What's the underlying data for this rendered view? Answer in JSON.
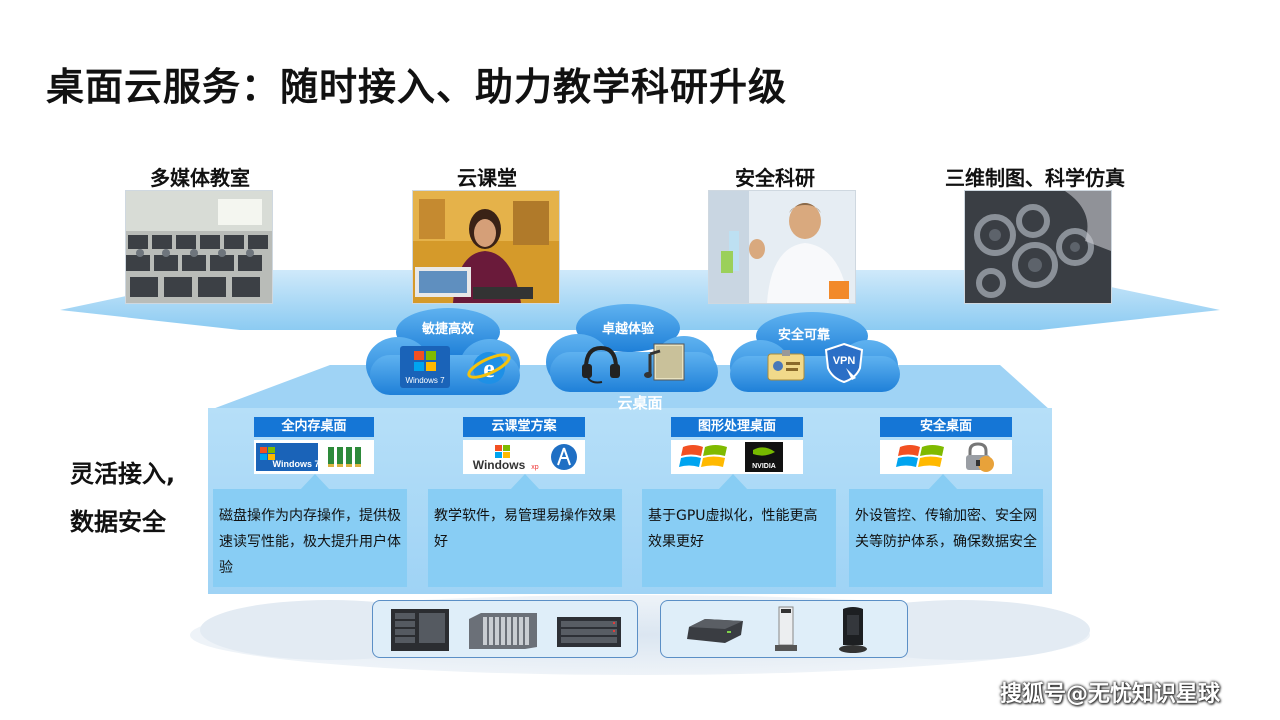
{
  "title": "桌面云服务：随时接入、助力教学科研升级",
  "scenarios": [
    {
      "label": "多媒体教室",
      "image": "computer-classroom-photo"
    },
    {
      "label": "云课堂",
      "image": "woman-at-laptop-photo"
    },
    {
      "label": "安全科研",
      "image": "lab-scientist-photo"
    },
    {
      "label": "三维制图、科学仿真",
      "image": "gears-illustration-photo"
    }
  ],
  "clouds": [
    {
      "label": "敏捷高效",
      "icons": [
        "windows-7-logo-icon",
        "internet-explorer-icon"
      ]
    },
    {
      "label": "卓越体验",
      "icons": [
        "headset-icon",
        "music-video-icon"
      ]
    },
    {
      "label": "安全可靠",
      "icons": [
        "id-badge-icon",
        "vpn-shield-icon"
      ]
    }
  ],
  "platform_label": "云桌面",
  "left_label_lines": [
    "灵活接入,",
    "数据安全"
  ],
  "solutions": [
    {
      "name": "全内存桌面",
      "icons": [
        "windows-7-logo-icon",
        "memory-module-icon"
      ],
      "description": "磁盘操作为内存操作，提供极速读写性能，极大提升用户体验"
    },
    {
      "name": "云课堂方案",
      "icons": [
        "windows-xp-logo-icon",
        "linux-logo-icon"
      ],
      "description": "教学软件，易管理易操作效果好"
    },
    {
      "name": "图形处理桌面",
      "icons": [
        "windows-flag-icon",
        "nvidia-logo-icon"
      ],
      "description": "基于GPU虚拟化，性能更高效果更好"
    },
    {
      "name": "安全桌面",
      "icons": [
        "windows-flag-icon",
        "security-lock-icon"
      ],
      "description": "外设管控、传输加密、安全网关等防护体系，确保数据安全"
    }
  ],
  "hardware_groups": [
    {
      "name": "servers",
      "items": [
        "tower-server-icon",
        "blade-server-icon",
        "rack-storage-icon"
      ]
    },
    {
      "name": "terminals",
      "items": [
        "thin-client-box-icon",
        "thin-client-tower-icon",
        "thin-client-tower-icon"
      ]
    }
  ],
  "watermark": "搜狐号@无忧知识星球",
  "colors": {
    "accent": "#1576d6",
    "panel": "#a9d8f6",
    "desc": "#88cdf4",
    "cloud": "#2b8fe0"
  }
}
